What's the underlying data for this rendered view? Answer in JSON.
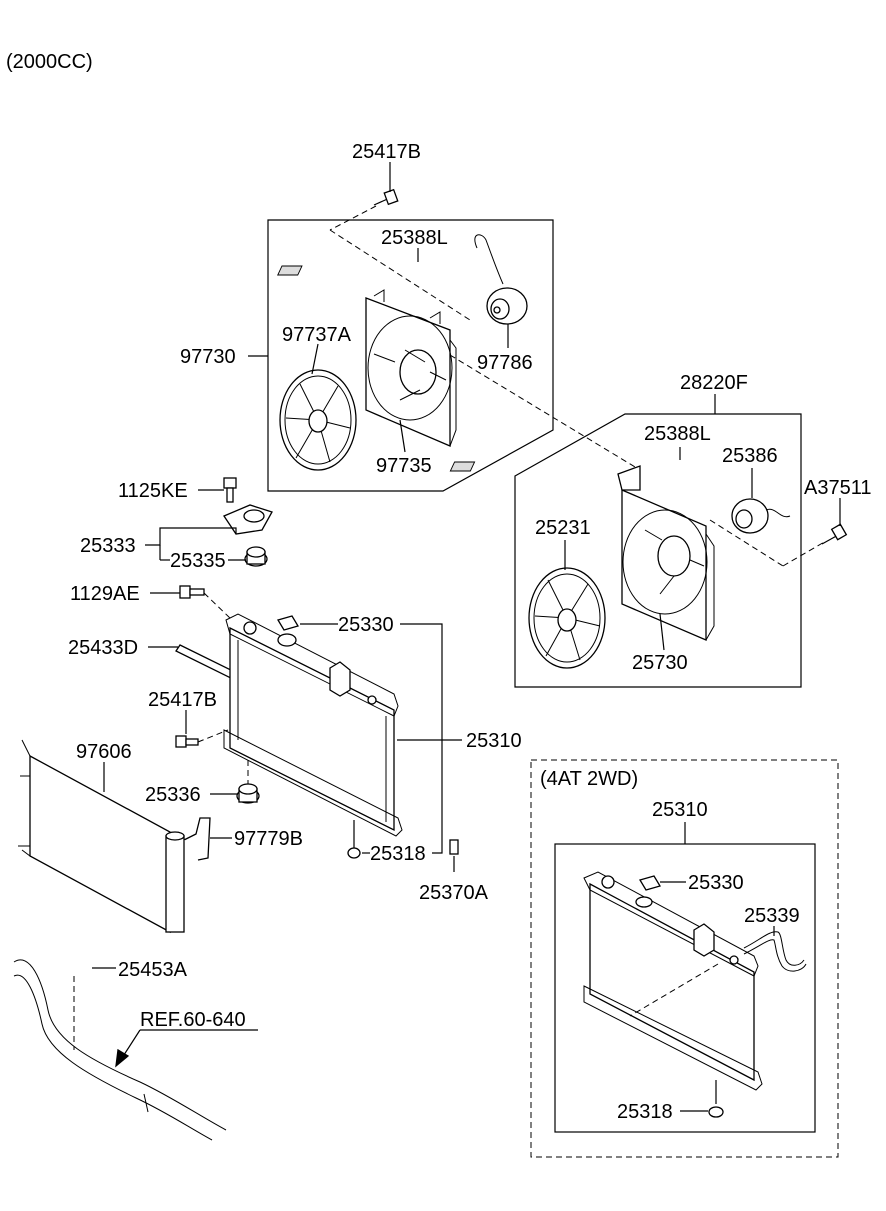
{
  "header": {
    "engine": "(2000CC)"
  },
  "labels": {
    "p25417B_top": "25417B",
    "p25388L_a": "25388L",
    "p97730": "97730",
    "p97737A": "97737A",
    "p97786": "97786",
    "p97735": "97735",
    "p28220F": "28220F",
    "p25388L_b": "25388L",
    "p25386": "25386",
    "pA37511": "A37511",
    "p25231": "25231",
    "p25730": "25730",
    "p1125KE": "1125KE",
    "p25333": "25333",
    "p25335": "25335",
    "p1129AE": "1129AE",
    "p25330": "25330",
    "p25433D": "25433D",
    "p25417B_mid": "25417B",
    "p25310": "25310",
    "p97606": "97606",
    "p25336": "25336",
    "p97779B": "97779B",
    "p25318": "25318",
    "p25370A": "25370A",
    "p25453A": "25453A",
    "ref": "REF.60-640"
  },
  "variant": {
    "title": "(4AT 2WD)",
    "p25310": "25310",
    "p25330": "25330",
    "p25339": "25339",
    "p25318": "25318"
  }
}
